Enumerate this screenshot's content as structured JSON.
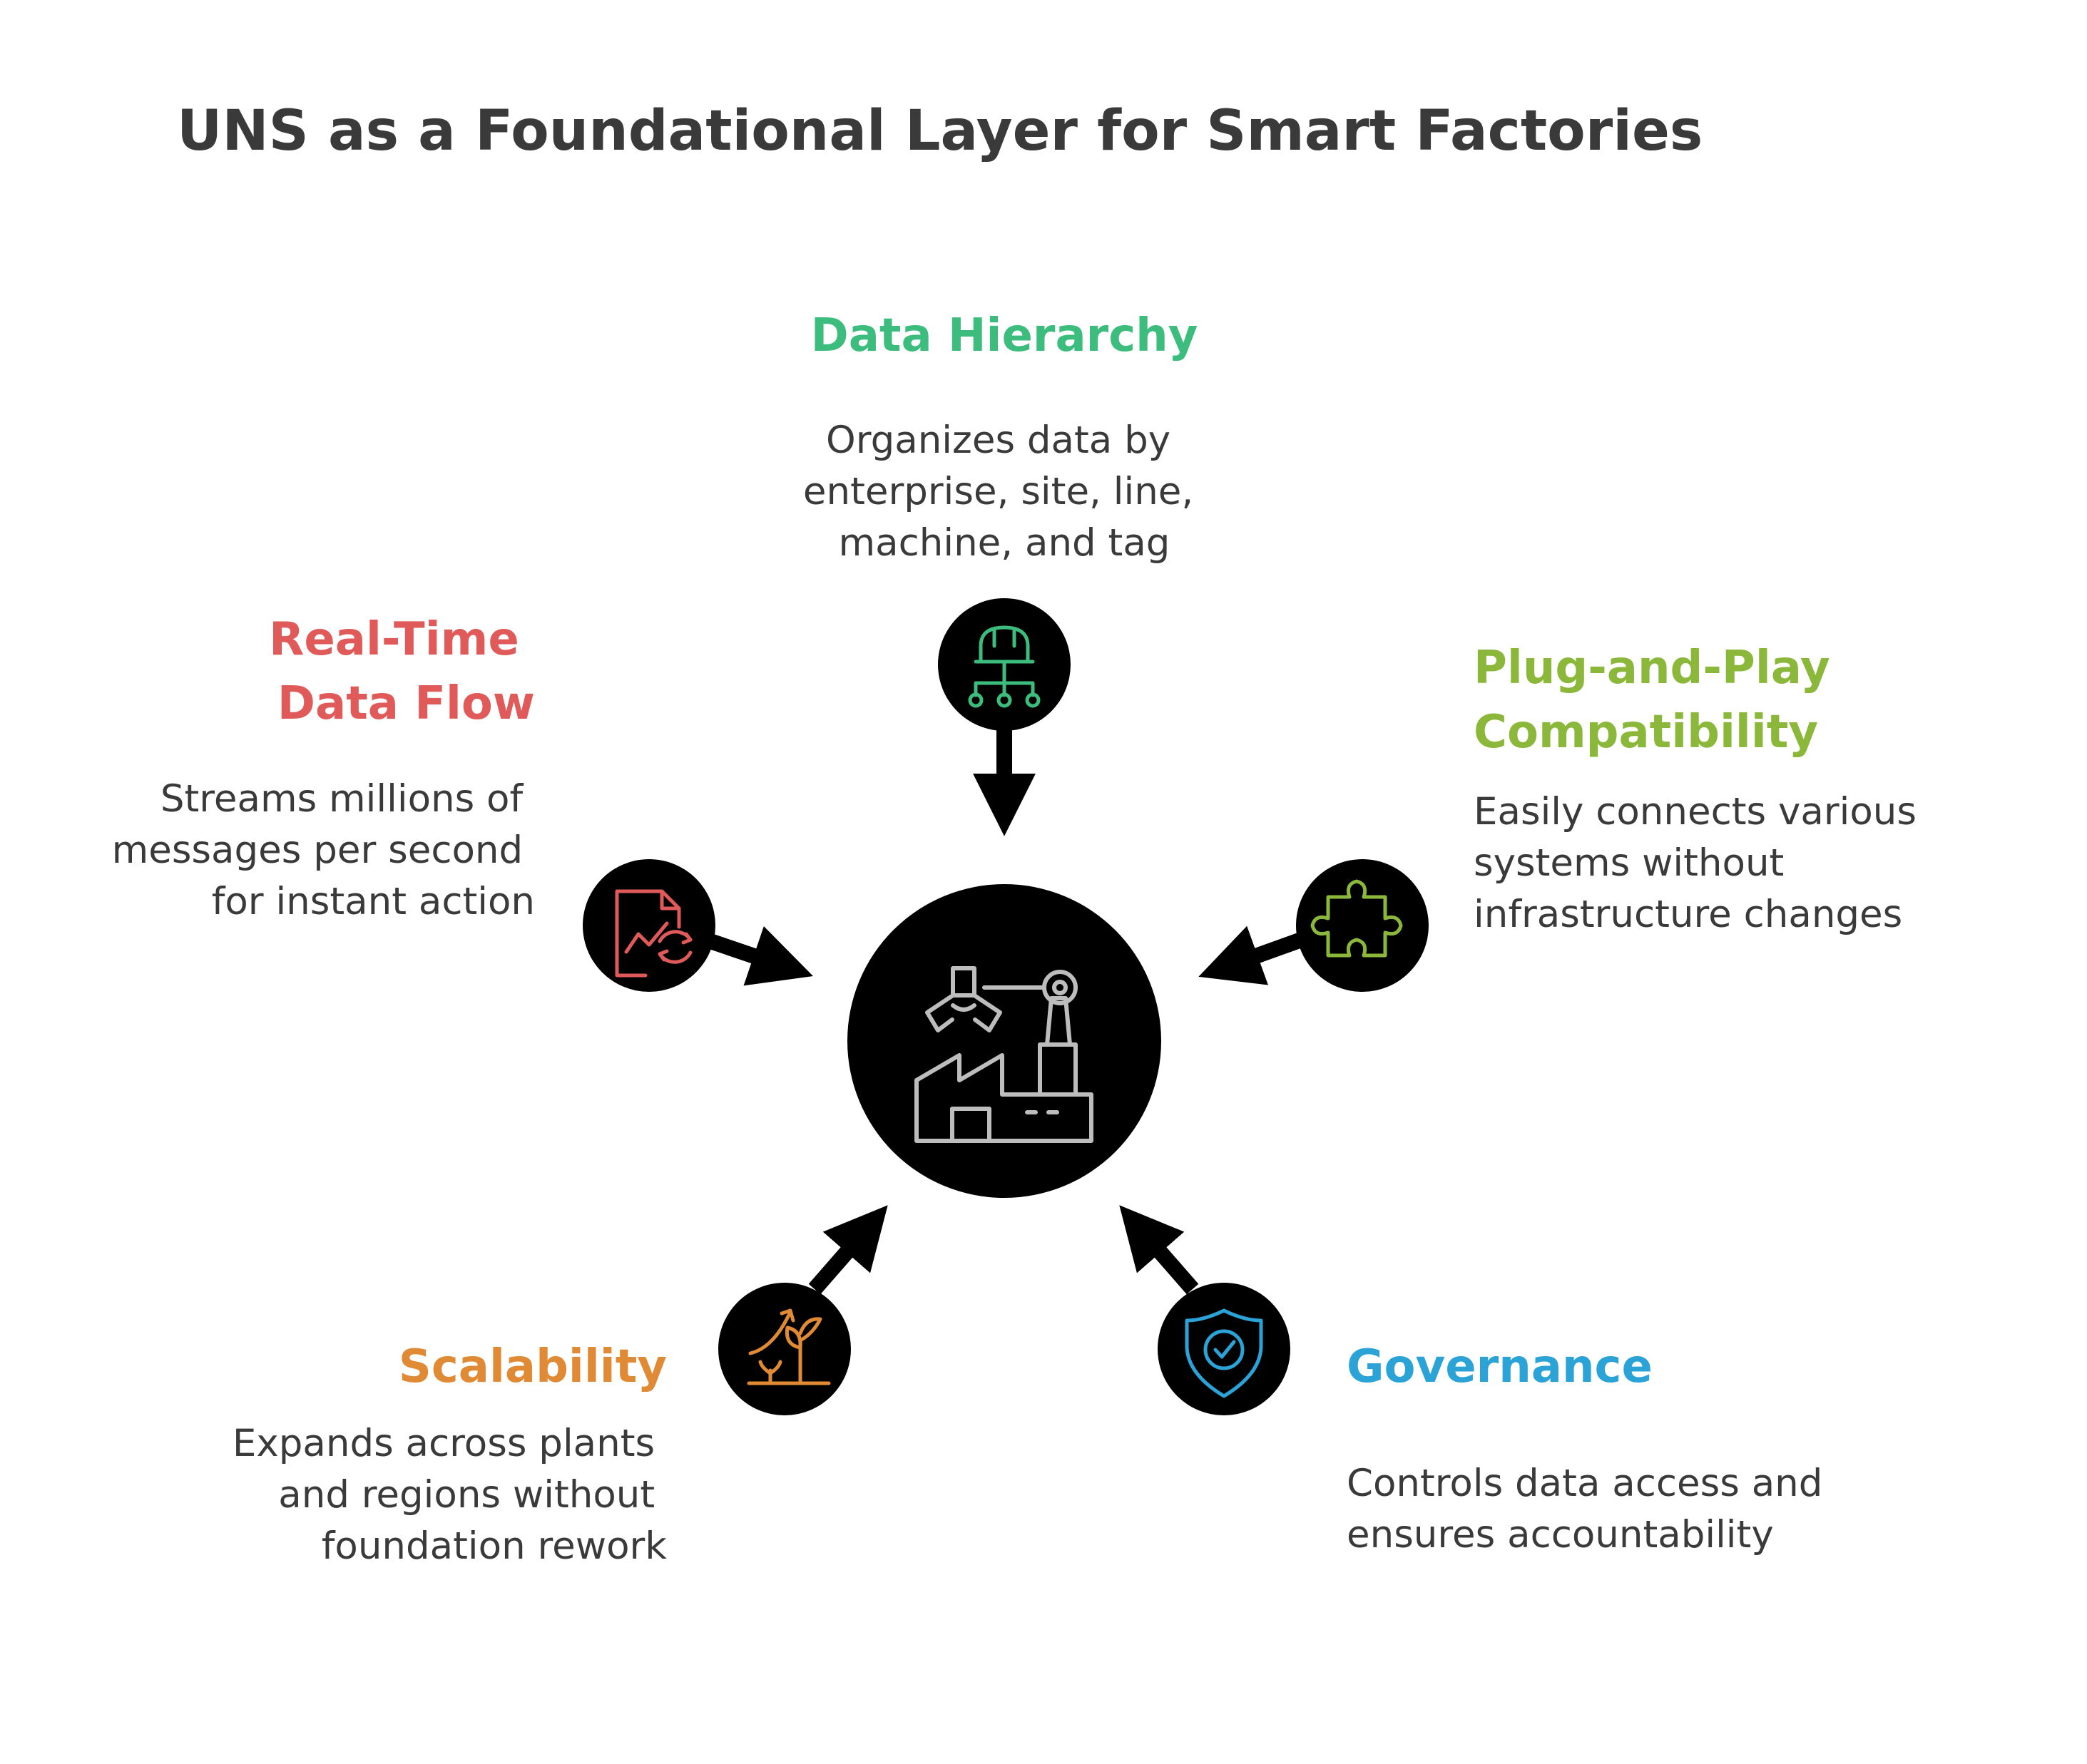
{
  "title": "UNS as a Foundational Layer for Smart Factories",
  "hub": {
    "icon": "factory-robot-arm-icon"
  },
  "nodes": [
    {
      "id": "data-hierarchy",
      "heading": "Data Hierarchy",
      "description": [
        "Organizes data by",
        "enterprise, site, line,",
        "machine, and tag"
      ],
      "color": "#3dbd7d",
      "icon": "hierarchy-icon"
    },
    {
      "id": "real-time",
      "heading": [
        "Real-Time",
        "Data Flow"
      ],
      "description": [
        "Streams millions of",
        "messages per second",
        "for instant action"
      ],
      "color": "#e05a5a",
      "icon": "realtime-document-icon"
    },
    {
      "id": "plug-and-play",
      "heading": [
        "Plug-and-Play",
        "Compatibility"
      ],
      "description": [
        "Easily connects various",
        "systems without",
        "infrastructure changes"
      ],
      "color": "#8bb83a",
      "icon": "puzzle-icon"
    },
    {
      "id": "scalability",
      "heading": "Scalability",
      "description": [
        "Expands across plants",
        "and regions without",
        "foundation rework"
      ],
      "color": "#e08a35",
      "icon": "growth-plant-icon"
    },
    {
      "id": "governance",
      "heading": "Governance",
      "description": [
        "Controls data access and",
        "ensures accountability"
      ],
      "color": "#2ba3d6",
      "icon": "shield-check-icon"
    }
  ]
}
